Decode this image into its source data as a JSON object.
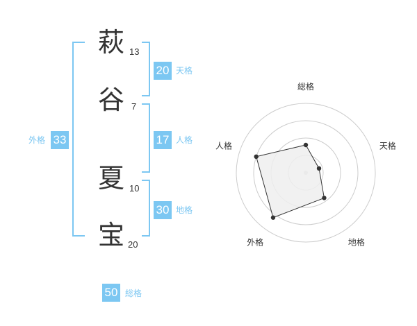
{
  "name": {
    "chars": [
      {
        "char": "萩",
        "strokes": "13"
      },
      {
        "char": "谷",
        "strokes": "7"
      },
      {
        "char": "夏",
        "strokes": "10"
      },
      {
        "char": "宝",
        "strokes": "20"
      }
    ]
  },
  "fortune": {
    "tenkaku": {
      "value": "20",
      "label": "天格"
    },
    "jinkaku": {
      "value": "17",
      "label": "人格"
    },
    "chikaku": {
      "value": "30",
      "label": "地格"
    },
    "gaikaku": {
      "value": "33",
      "label": "外格"
    },
    "soukaku": {
      "value": "50",
      "label": "総格"
    }
  },
  "chart_data": {
    "type": "radar",
    "axes": [
      "総格",
      "天格",
      "地格",
      "外格",
      "人格"
    ],
    "values": [
      0.4,
      0.2,
      0.45,
      0.8,
      0.75
    ],
    "rings": 4,
    "colors": {
      "fill": "#eeeeee",
      "line": "#333333",
      "grid": "#cccccc",
      "center": "#cccccc"
    }
  },
  "colors": {
    "accent": "#7cc7f2",
    "text": "#333333"
  }
}
